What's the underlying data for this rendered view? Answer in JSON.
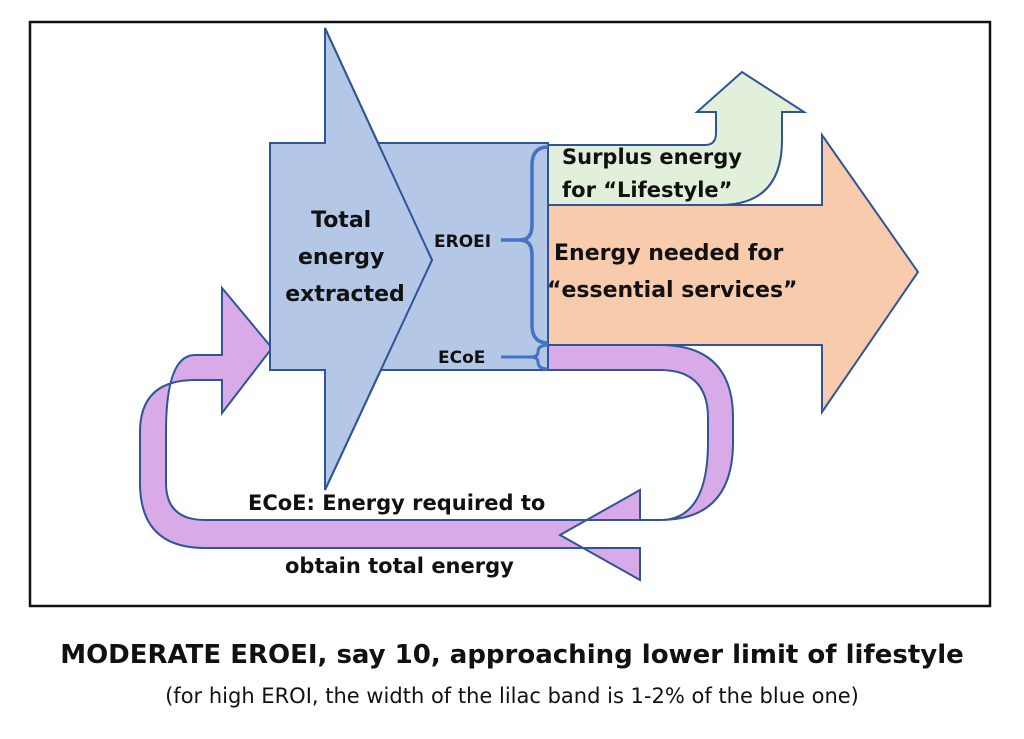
{
  "colors": {
    "frame": "#111111",
    "blue_fill": "#b4c7e7",
    "blue_stroke": "#2f5597",
    "green_fill": "#e2efda",
    "orange_fill": "#f8cbad",
    "lilac_fill": "#d8abe8",
    "brace": "#4472c4"
  },
  "diagram": {
    "total_energy": [
      "Total",
      "energy",
      "extracted"
    ],
    "eroei_label": "EROEI",
    "ecoe_label": "ECoE",
    "surplus": [
      "Surplus energy",
      "for “Lifestyle”"
    ],
    "essential": [
      "Energy needed for",
      "“essential services”"
    ],
    "loop_caption": [
      "ECoE: Energy required to",
      "obtain total energy"
    ]
  },
  "caption": {
    "title": "MODERATE EROEI, say 10, approaching lower limit of lifestyle",
    "subtitle": "(for high EROI, the width of the lilac band is 1-2% of the blue one)"
  }
}
